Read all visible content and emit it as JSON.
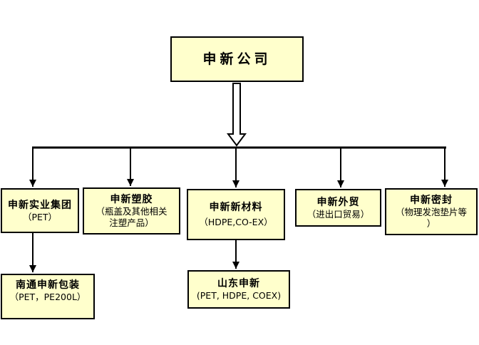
{
  "org": {
    "root": {
      "label": "申新公司"
    },
    "children": [
      {
        "label": "申新实业集团",
        "detail": "（PET）"
      },
      {
        "label": "申新塑胶",
        "detail": "（瓶盖及其他相关\n注塑产品）"
      },
      {
        "label": "申新新材料",
        "detail": "（HDPE,CO-EX）"
      },
      {
        "label": "申新外贸",
        "detail": "（进出口贸易）"
      },
      {
        "label": "申新密封",
        "detail": "（物理发泡垫片等\n）"
      }
    ],
    "subsidiaries": [
      {
        "label": "南通申新包装",
        "detail": "（PET，PE200L）",
        "parent": "申新实业集团"
      },
      {
        "label": "山东申新",
        "detail": "(PET, HDPE, COEX)",
        "parent": "申新新材料"
      }
    ]
  },
  "colors": {
    "node_fill": "#FFFFCC",
    "node_border": "#000000",
    "connector": "#000000",
    "background": "#FFFFFF"
  }
}
